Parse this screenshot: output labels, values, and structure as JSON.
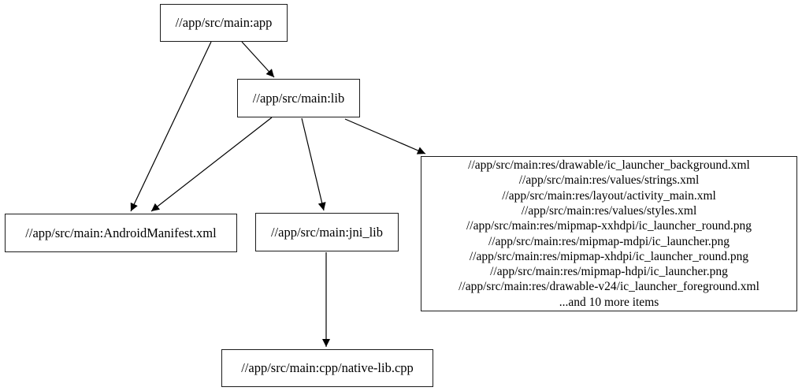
{
  "diagram": {
    "type": "dependency-graph",
    "background_color": "#ffffff",
    "node_border_color": "#1c1c1c",
    "edge_color": "#000000",
    "text_color": "#000000",
    "nodes": {
      "app": {
        "label": "//app/src/main:app"
      },
      "lib": {
        "label": "//app/src/main:lib"
      },
      "android_manifest": {
        "label": "//app/src/main:AndroidManifest.xml"
      },
      "jni_lib": {
        "label": "//app/src/main:jni_lib"
      },
      "res_group": {
        "lines": [
          "//app/src/main:res/drawable/ic_launcher_background.xml",
          "//app/src/main:res/values/strings.xml",
          "//app/src/main:res/layout/activity_main.xml",
          "//app/src/main:res/values/styles.xml",
          "//app/src/main:res/mipmap-xxhdpi/ic_launcher_round.png",
          "//app/src/main:res/mipmap-mdpi/ic_launcher.png",
          "//app/src/main:res/mipmap-xhdpi/ic_launcher_round.png",
          "//app/src/main:res/mipmap-hdpi/ic_launcher.png",
          "//app/src/main:res/drawable-v24/ic_launcher_foreground.xml",
          "...and 10 more items"
        ]
      },
      "native_lib": {
        "label": "//app/src/main:cpp/native-lib.cpp"
      }
    },
    "edges": [
      {
        "from": "app",
        "to": "lib"
      },
      {
        "from": "app",
        "to": "android_manifest"
      },
      {
        "from": "lib",
        "to": "android_manifest"
      },
      {
        "from": "lib",
        "to": "jni_lib"
      },
      {
        "from": "lib",
        "to": "res_group"
      },
      {
        "from": "jni_lib",
        "to": "native_lib"
      }
    ]
  }
}
